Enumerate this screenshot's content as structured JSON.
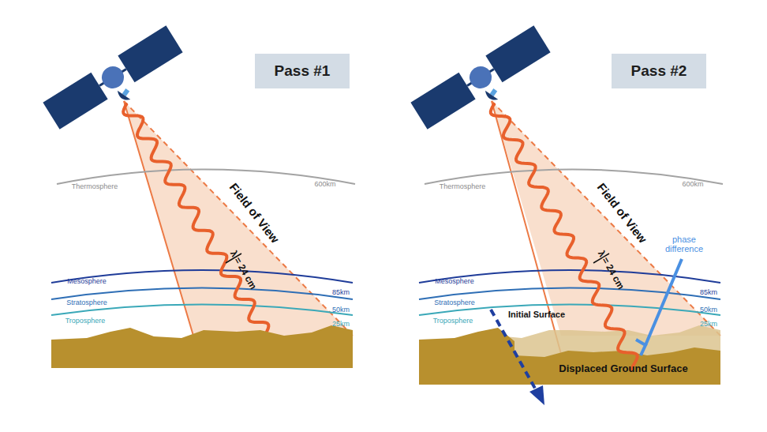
{
  "diagram": {
    "nodes": [
      {
        "text": [
          "Pass #1"
        ]
      },
      {
        "text": [
          "Pass #2"
        ]
      }
    ],
    "labels": [
      "Thermosphere",
      "600km",
      "Field of View",
      "λ = 24 cm",
      "Mesosphere",
      "85km",
      "Stratosphere",
      "50km",
      "Troposphere",
      "25km",
      "Thermosphere",
      "600km",
      "Field of View",
      "λ = 24 cm",
      "phase difference",
      "Mesosphere",
      "85km",
      "Stratosphere",
      "50km",
      "Troposphere",
      "25km",
      "Initial Surface",
      "Displaced Ground Surface"
    ]
  }
}
